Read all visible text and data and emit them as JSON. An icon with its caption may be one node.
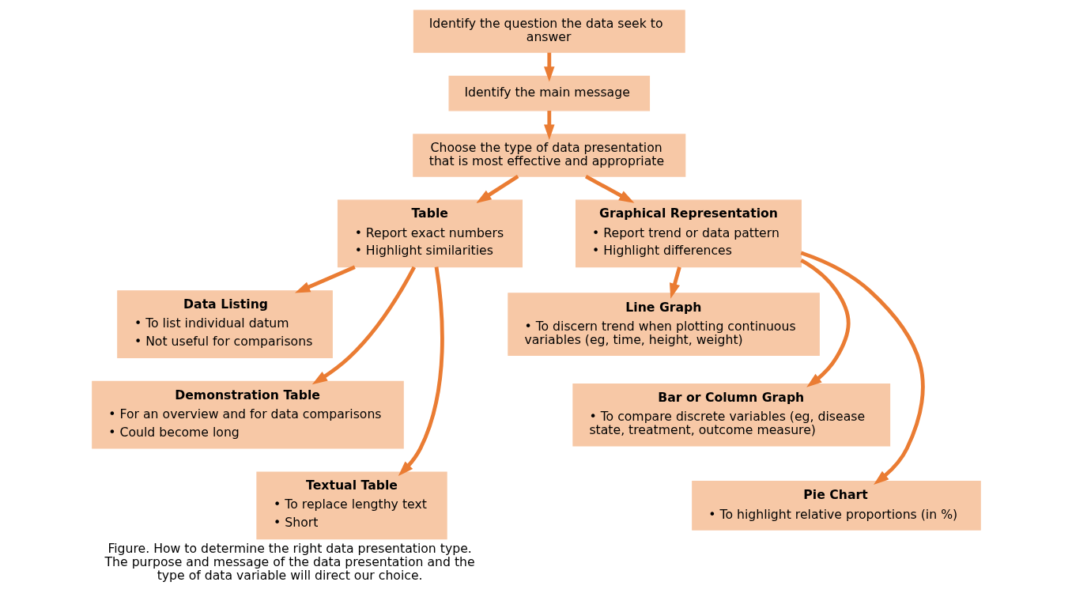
{
  "diagram": {
    "caption": "Figure. How to determine the right data presentation type. The purpose and message of the data presentation and the type of data variable will direct our choice.",
    "nodes": [
      {
        "text": [
          "Identify the question the data seek to answer"
        ]
      },
      {
        "text": [
          "Identify the main message"
        ]
      },
      {
        "text": [
          "Choose the type of data presentation that is most effective and appropriate"
        ]
      },
      {
        "text": [
          "Table",
          "• Report exact numbers",
          "• Highlight similarities"
        ]
      },
      {
        "text": [
          "Data Listing",
          "• To list individual datum",
          "• Not useful for comparisons"
        ]
      },
      {
        "text": [
          "Demonstration Table",
          "• For an overview and for data comparisons",
          "• Could become long"
        ]
      },
      {
        "text": [
          "Textual Table",
          "• To replace lengthy text",
          "• Short"
        ]
      },
      {
        "text": [
          "Graphical Representation",
          "• Report trend or data pattern",
          "• Highlight differences"
        ]
      },
      {
        "text": [
          "Line Graph",
          "• To discern trend when plotting continuous variables (eg, time, height, weight)"
        ]
      },
      {
        "text": [
          "Bar or Column Graph",
          "• To compare discrete variables (eg, disease state, treatment, outcome measure)"
        ]
      },
      {
        "text": [
          "Pie Chart",
          "• To highlight relative proportions (in %)"
        ]
      }
    ],
    "edges": [
      {
        "from": 0,
        "to": 1,
        "arrow": "to"
      },
      {
        "from": 1,
        "to": 2,
        "arrow": "to"
      },
      {
        "from": 2,
        "to": 3,
        "arrow": "to"
      },
      {
        "from": 2,
        "to": 7,
        "arrow": "to"
      },
      {
        "from": 3,
        "to": 4,
        "arrow": "to"
      },
      {
        "from": 3,
        "to": 5,
        "arrow": "to"
      },
      {
        "from": 3,
        "to": 6,
        "arrow": "to"
      },
      {
        "from": 7,
        "to": 8,
        "arrow": "to"
      },
      {
        "from": 7,
        "to": 9,
        "arrow": "to"
      },
      {
        "from": 7,
        "to": 10,
        "arrow": "to"
      }
    ]
  }
}
